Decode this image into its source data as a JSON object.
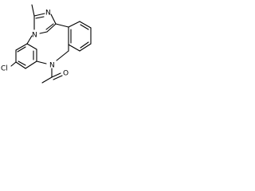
{
  "molecule": {
    "atoms": {
      "cl": "Cl",
      "n_imidazole_top": "N",
      "n_bridgehead": "N",
      "n_amide": "N",
      "o_carbonyl": "O"
    },
    "colors": {
      "bond": "#000000",
      "label": "#000000",
      "background": "#ffffff"
    }
  }
}
